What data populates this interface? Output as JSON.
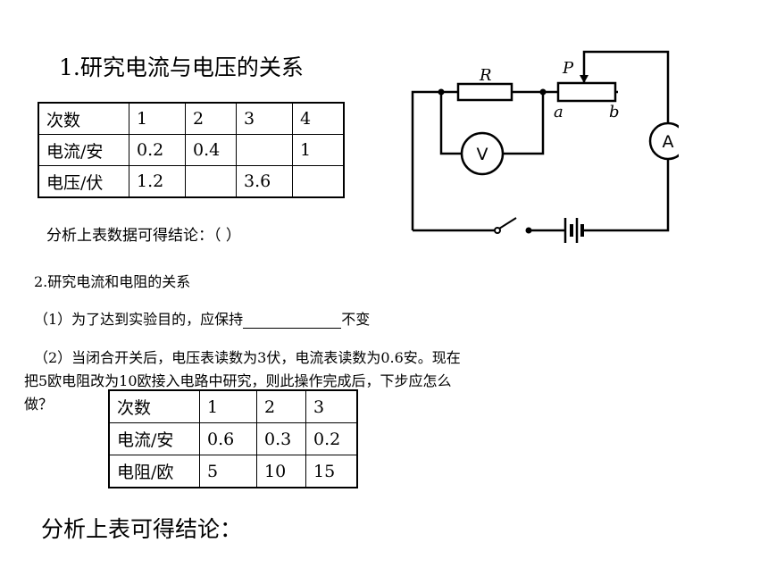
{
  "section1": {
    "title": "1.研究电流与电压的关系",
    "table": {
      "rows": [
        [
          "次数",
          "1",
          "2",
          "3",
          "4"
        ],
        [
          "电流/安",
          "0.2",
          "0.4",
          "",
          "1"
        ],
        [
          "电压/伏",
          "1.2",
          "",
          "3.6",
          ""
        ]
      ]
    },
    "conclusion": "分析上表数据可得结论：（     ）"
  },
  "circuit": {
    "labels": {
      "resistor": "R",
      "slider": "P",
      "end_a": "a",
      "end_b": "b",
      "voltmeter": "V",
      "ammeter": "A"
    }
  },
  "section2": {
    "title": "2.研究电流和电阻的关系",
    "q1_prefix": "（1）为了达到实验目的，应保持",
    "q1_suffix": "不变",
    "q2_line1": "（2）当闭合开关后，电压表读数为3伏，电流表读数为0.6安。现在",
    "q2_line2": "把5欧电阻改为10欧接入电路中研究，则此操作完成后，下步应怎么",
    "q2_line3": "做？",
    "table": {
      "rows": [
        [
          "次数",
          "1",
          "2",
          "3"
        ],
        [
          "电流/安",
          "0.6",
          "0.3",
          "0.2"
        ],
        [
          "电阻/欧",
          "5",
          "10",
          "15"
        ]
      ]
    },
    "conclusion": "分析上表可得结论："
  }
}
